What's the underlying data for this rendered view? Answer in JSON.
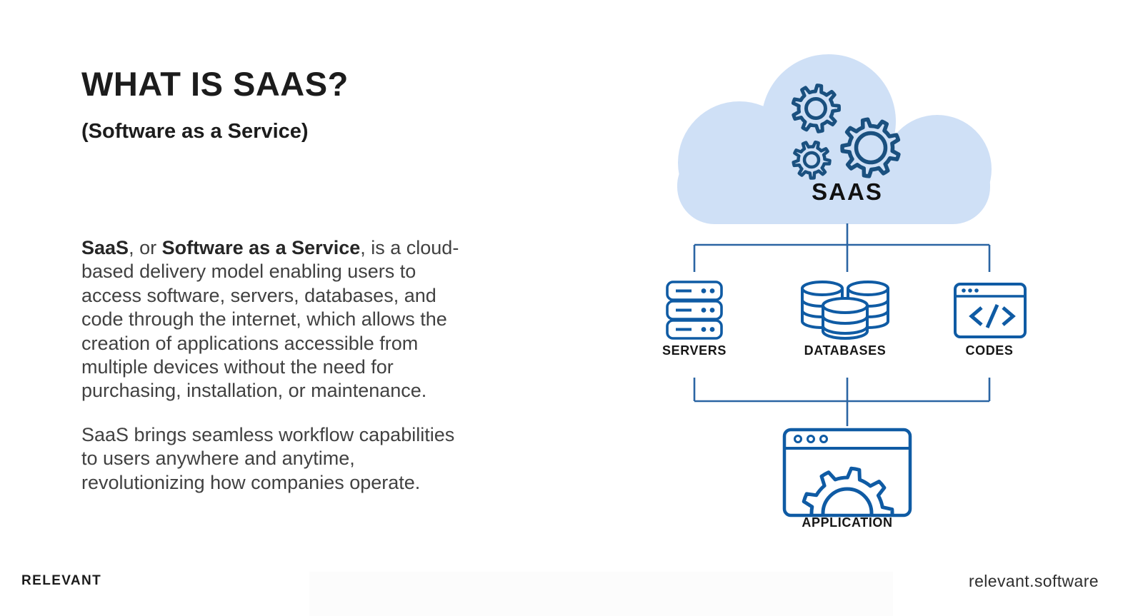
{
  "page": {
    "title": "WHAT IS SAAS?",
    "subtitle": "(Software as a Service)"
  },
  "intro": {
    "bold1": "SaaS",
    "sep1": ", or ",
    "bold2": "Software as a Service",
    "rest": ", is a cloud-\nbased delivery model enabling users to\naccess software, servers, databases, and\ncode through the internet, which allows the\ncreation of applications accessible from\nmultiple devices without the need for\npurchasing, installation, or maintenance."
  },
  "second_paragraph": "SaaS brings seamless workflow capabilities\nto users anywhere and anytime,\nrevolutionizing how companies operate.",
  "diagram": {
    "cloud_label": "SAAS",
    "nodes": [
      {
        "label": "SERVERS"
      },
      {
        "label": "DATABASES"
      },
      {
        "label": "CODES"
      },
      {
        "label": "APPLICATION"
      }
    ]
  },
  "footer": {
    "brand": "RELEVANT",
    "website": "relevant.software"
  },
  "colors": {
    "cloud_fill": "#cfe0f6",
    "gear_stroke": "#1a507f",
    "icon_stroke": "#0f5ba4",
    "connector_stroke": "#2b65a3",
    "text_dark": "#1c1c1c",
    "text_body": "#414141"
  }
}
